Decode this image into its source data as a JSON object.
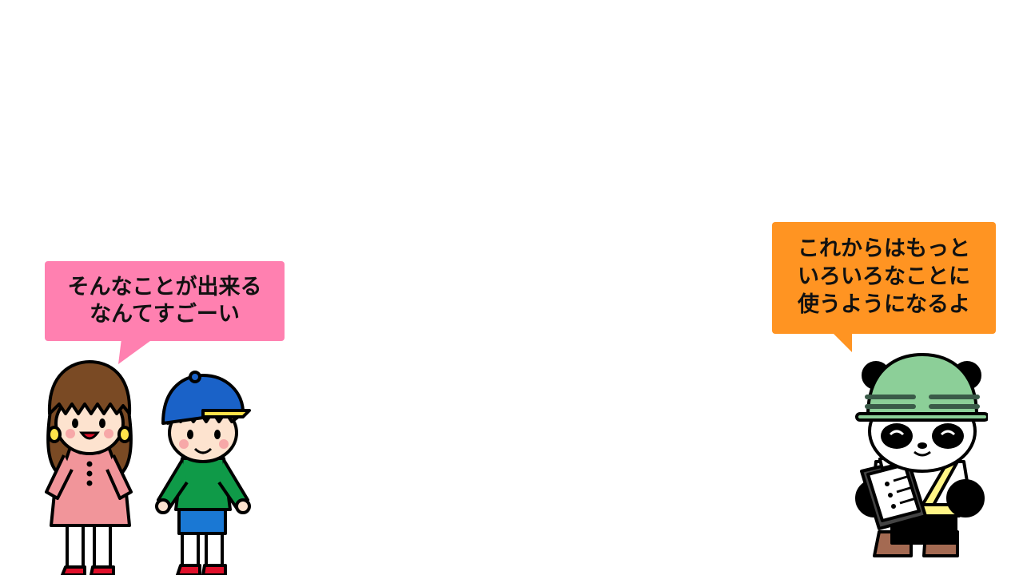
{
  "colors": {
    "background": "#ffffff",
    "kids_bubble": "#ff80b0",
    "panda_bubble": "#ff9422"
  },
  "kids_bubble": {
    "lines": [
      "そんなことが出来る",
      "なんてすごーい"
    ]
  },
  "panda_bubble": {
    "lines": [
      "これからはもっと",
      "いろいろなことに",
      "使うようになるよ"
    ]
  },
  "characters": {
    "girl": {
      "icon": "girl-character-icon"
    },
    "boy": {
      "icon": "boy-character-icon"
    },
    "panda": {
      "icon": "panda-worker-icon"
    }
  }
}
